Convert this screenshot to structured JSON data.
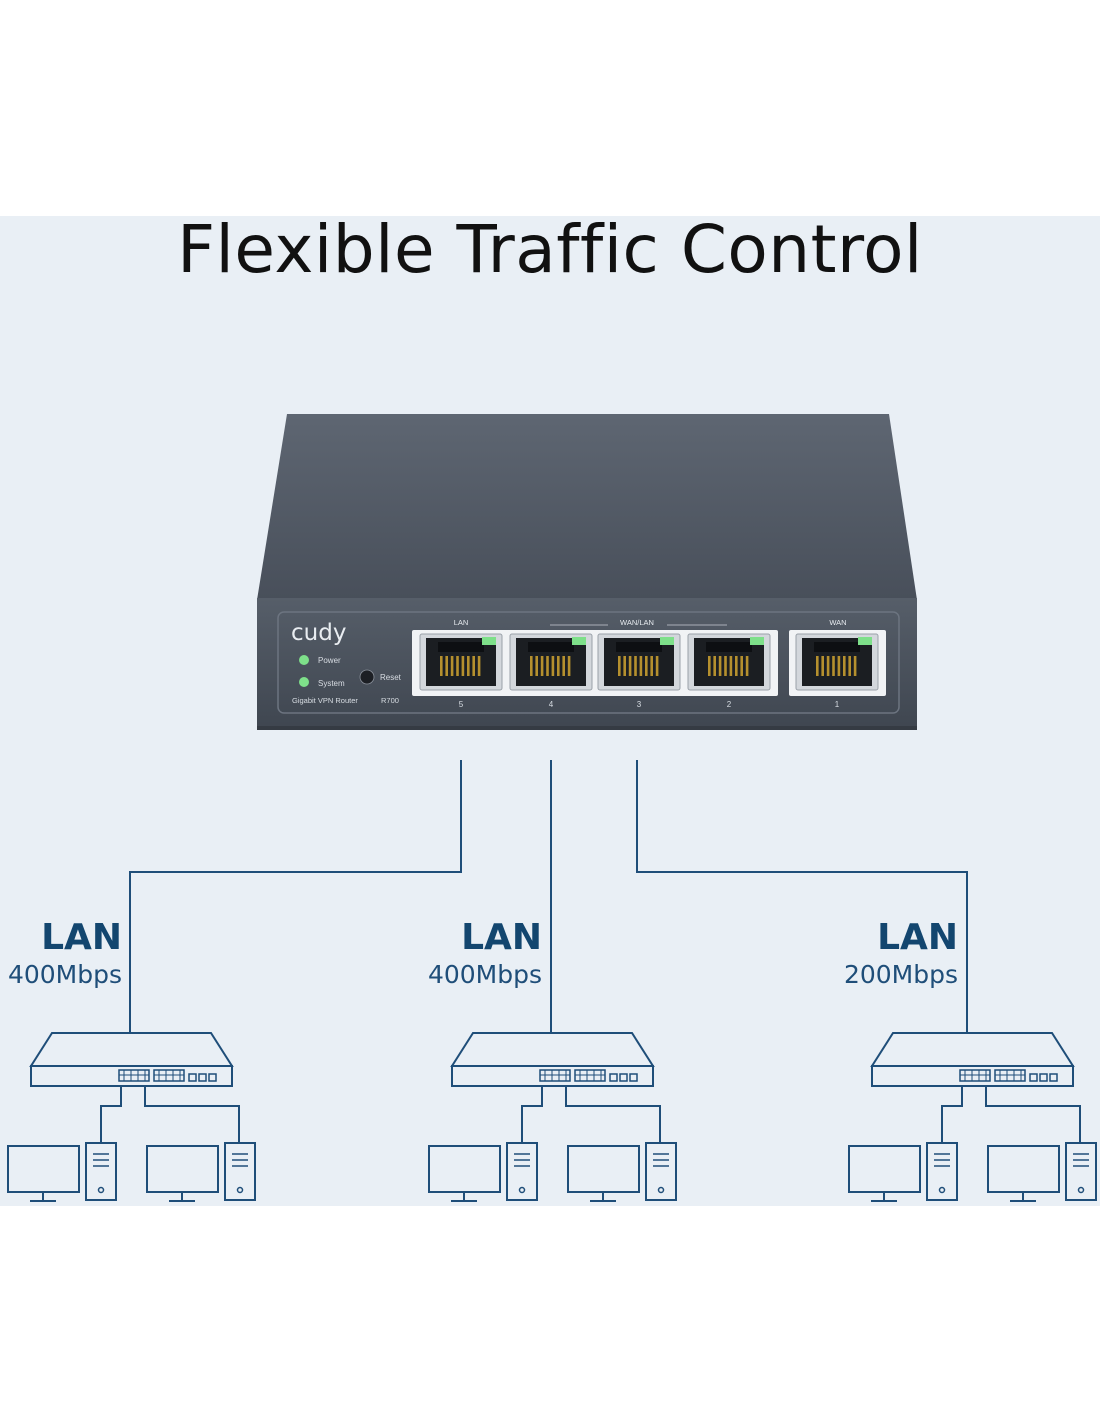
{
  "title": "Flexible Traffic Control",
  "router": {
    "brand": "cudy",
    "led_power": "Power",
    "led_system": "System",
    "reset": "Reset",
    "model": "Gigabit VPN Router",
    "model_number": "R700",
    "group_lan": "LAN",
    "group_wanlan": "WAN/LAN",
    "group_wan": "WAN",
    "port_numbers": [
      "5",
      "4",
      "3",
      "2",
      "1"
    ]
  },
  "branches": [
    {
      "type": "LAN",
      "speed": "400Mbps"
    },
    {
      "type": "LAN",
      "speed": "400Mbps"
    },
    {
      "type": "LAN",
      "speed": "200Mbps"
    }
  ],
  "colors": {
    "panel": "#e9eff5",
    "line": "#1f4e79",
    "router_body": "#4b535f",
    "led": "#7ee08a"
  }
}
